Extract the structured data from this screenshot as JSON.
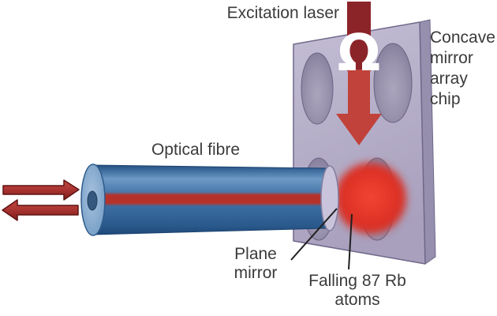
{
  "figure": {
    "description": "Schematic of an optical fibre facing a concave mirror array chip with falling rubidium atoms excited by a laser",
    "labels": {
      "excitation_laser": "Excitation laser",
      "concave_chip_lines": [
        "Concave",
        "mirror",
        "array",
        "chip"
      ],
      "optical_fibre": "Optical fibre",
      "plane_mirror_lines": [
        "Plane",
        "mirror"
      ],
      "falling_atoms_lines": [
        "Falling 87 Rb",
        "atoms"
      ],
      "omega": "Ω"
    },
    "colors": {
      "background": "#ffffff",
      "text": "#3b3b3b",
      "chip_front_face": "#b6afc9",
      "chip_side_face": "#978fae",
      "chip_outline": "#6f6889",
      "concave_mirror_oval": "#9a93ae",
      "laser_arrow_dark": "#8b2429",
      "laser_arrow_bright": "#c0423a",
      "atom_cloud_red": "#e23529",
      "fibre_blue": "#3f70a4",
      "fibre_core_stripe": "#b5322c",
      "fibre_end_cap": "#8fb0d2",
      "plane_mirror_cap": "#c9c3db",
      "omega_symbol": "#ffffff",
      "pointer_line": "#1f1f1f"
    }
  }
}
